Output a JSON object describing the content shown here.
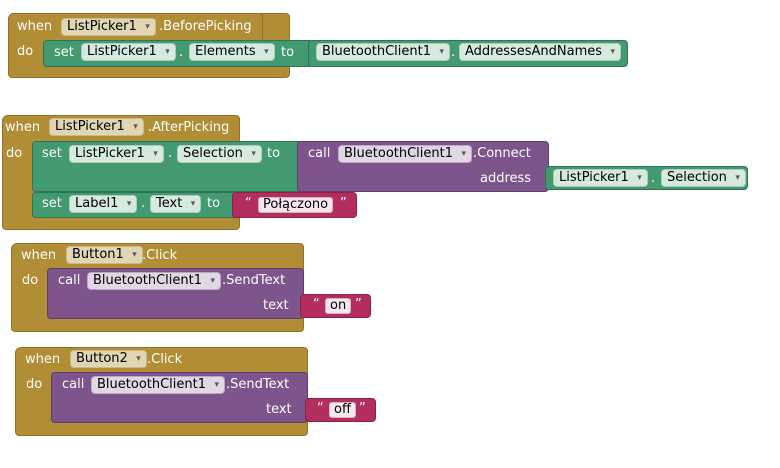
{
  "keywords": {
    "when": "when",
    "do": "do",
    "set": "set",
    "to": "to",
    "call": "call",
    "dot": ".",
    "address": "address",
    "text": "text",
    "open_quote": "“",
    "close_quote": "”"
  },
  "blocks": {
    "before_picking": {
      "component": "ListPicker1",
      "event": ".BeforePicking",
      "set_component": "ListPicker1",
      "set_property": "Elements",
      "value_component": "BluetoothClient1",
      "value_property": "AddressesAndNames"
    },
    "after_picking": {
      "component": "ListPicker1",
      "event": ".AfterPicking",
      "set_component": "ListPicker1",
      "set_property": "Selection",
      "call_component": "BluetoothClient1",
      "call_method": ".Connect",
      "address_component": "ListPicker1",
      "address_property": "Selection",
      "label_component": "Label1",
      "label_property": "Text",
      "label_value": "Połączono"
    },
    "button1_click": {
      "component": "Button1",
      "event": ".Click",
      "call_component": "BluetoothClient1",
      "call_method": ".SendText",
      "text_value": "on"
    },
    "button2_click": {
      "component": "Button2",
      "event": ".Click",
      "call_component": "BluetoothClient1",
      "call_method": ".SendText",
      "text_value": "off"
    }
  },
  "colors": {
    "event": "#b18e35",
    "component": "#439970",
    "procedure": "#7e548c",
    "text": "#b32d5e"
  },
  "icons": {
    "dropdown": "▾"
  }
}
